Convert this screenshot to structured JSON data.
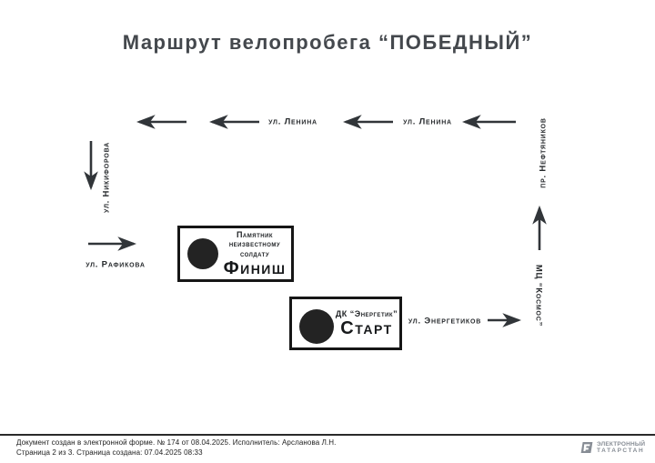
{
  "title": "Маршрут велопробега “ПОБЕДНЫЙ”",
  "diagram": {
    "streets": {
      "lenina_1": "ул. Ленина",
      "lenina_2": "ул. Ленина",
      "nikiforova": "ул. Никифорова",
      "rafikova": "ул. Рафикова",
      "energetikov": "ул. Энергетиков",
      "neftyanikov": "пр. Нефтяников",
      "kosmos": "МЦ “Космос”"
    },
    "finish": {
      "line1": "Памятник",
      "line2": "неизвестному",
      "line3": "солдату",
      "label": "Финиш"
    },
    "start": {
      "line1": "ДК “Энергетик”",
      "label": "Старт"
    }
  },
  "footer": {
    "line1": "Документ создан в электронной форме. № 174 от 08.04.2025. Исполнитель: Арсланова Л.Н.",
    "line2": "Страница 2 из 3. Страница создана: 07.04.2025 08:33",
    "logo_line1": "ЭЛЕКТРОННЫЙ",
    "logo_line2": "ТАТАРСТАН"
  },
  "colors": {
    "ink": "#313539",
    "box_border": "#161616",
    "logo_gray": "#878d95"
  }
}
